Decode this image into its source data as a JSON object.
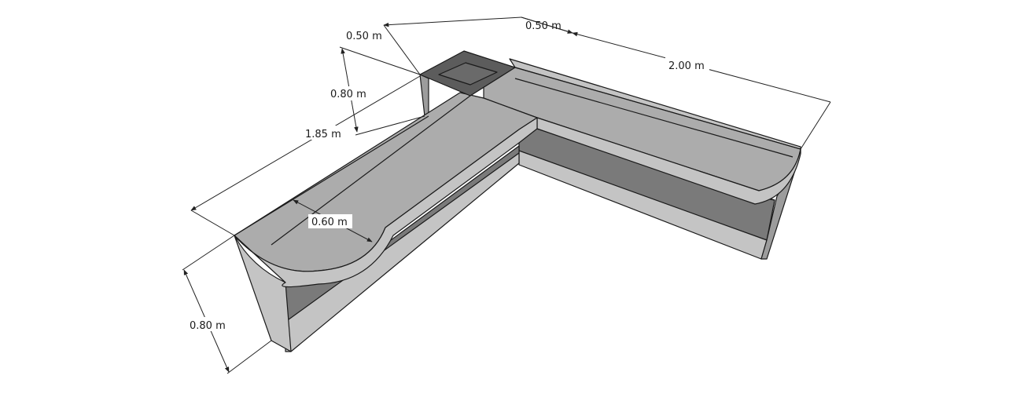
{
  "dimensions": {
    "top_left_width": "0.50 m",
    "top_right_width": "0.50 m",
    "long_arm_length": "2.00 m",
    "column_height": "0.80 m",
    "short_arm_length": "1.85 m",
    "top_depth": "0.60 m",
    "front_height": "0.80 m"
  },
  "colors": {
    "top_surface": "#acacac",
    "side_light": "#c4c4c4",
    "side_mid": "#9c9c9c",
    "inner_dark": "#7a7a7a",
    "column_cap": "#5c5c5c",
    "column_cap_inner": "#6a6a6a",
    "edge": "#1a1a1a"
  }
}
